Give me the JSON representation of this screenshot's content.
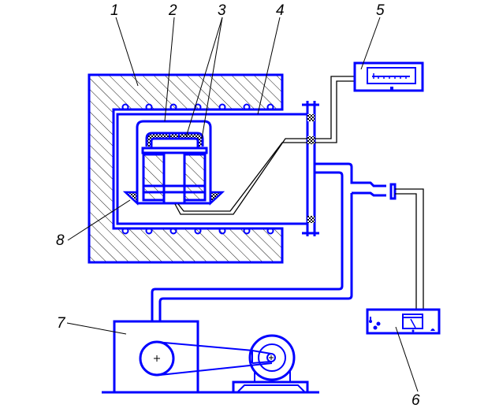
{
  "diagram": {
    "type": "technical-schematic",
    "colors": {
      "component_outline": "#0000ff",
      "wiring_and_leaders": "#000000",
      "background": "#ffffff"
    },
    "labels": [
      {
        "id": "1",
        "text": "1",
        "points_to": "furnace-body"
      },
      {
        "id": "2",
        "text": "2",
        "points_to": "inner-cap"
      },
      {
        "id": "3",
        "text": "3",
        "points_to": "specimen-holder"
      },
      {
        "id": "4",
        "text": "4",
        "points_to": "vacuum-chamber"
      },
      {
        "id": "5",
        "text": "5",
        "points_to": "temperature-gauge"
      },
      {
        "id": "6",
        "text": "6",
        "points_to": "vacuum-meter"
      },
      {
        "id": "7",
        "text": "7",
        "points_to": "vacuum-pump"
      },
      {
        "id": "8",
        "text": "8",
        "points_to": "support-ring"
      }
    ]
  }
}
